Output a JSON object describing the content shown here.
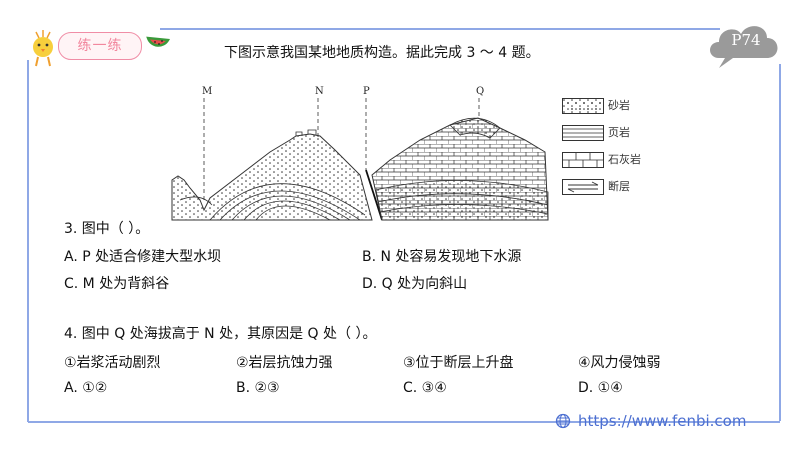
{
  "badge": {
    "label": "练一练"
  },
  "page_tag": "P74",
  "title": "下图示意我国某地地质构造。据此完成 3 ～ 4 题。",
  "diagram": {
    "labels": [
      "M",
      "N",
      "P",
      "Q"
    ]
  },
  "legend": [
    {
      "label": "砂岩",
      "pattern": "dots"
    },
    {
      "label": "页岩",
      "pattern": "lines"
    },
    {
      "label": "石灰岩",
      "pattern": "bricks"
    },
    {
      "label": "断层",
      "pattern": "arrows"
    }
  ],
  "q3": {
    "stem": "3. 图中（  ）。",
    "options": [
      "A. P 处适合修建大型水坝",
      "B. N 处容易发现地下水源",
      "C. M 处为背斜谷",
      "D. Q 处为向斜山"
    ]
  },
  "q4": {
    "stem": "4. 图中 Q 处海拔高于 N 处，其原因是 Q 处（  ）。",
    "statements": [
      "①岩浆活动剧烈",
      "②岩层抗蚀力强",
      "③位于断层上升盘",
      "④风力侵蚀弱"
    ],
    "options": [
      "A. ①②",
      "B. ②③",
      "C. ③④",
      "D. ①④"
    ]
  },
  "footer": {
    "url": "https://www.fenbi.com"
  },
  "colors": {
    "frame": "#8fa8e6",
    "badge": "#f2879e",
    "cloud": "#9a9a9a",
    "url": "#4c6fd1"
  }
}
